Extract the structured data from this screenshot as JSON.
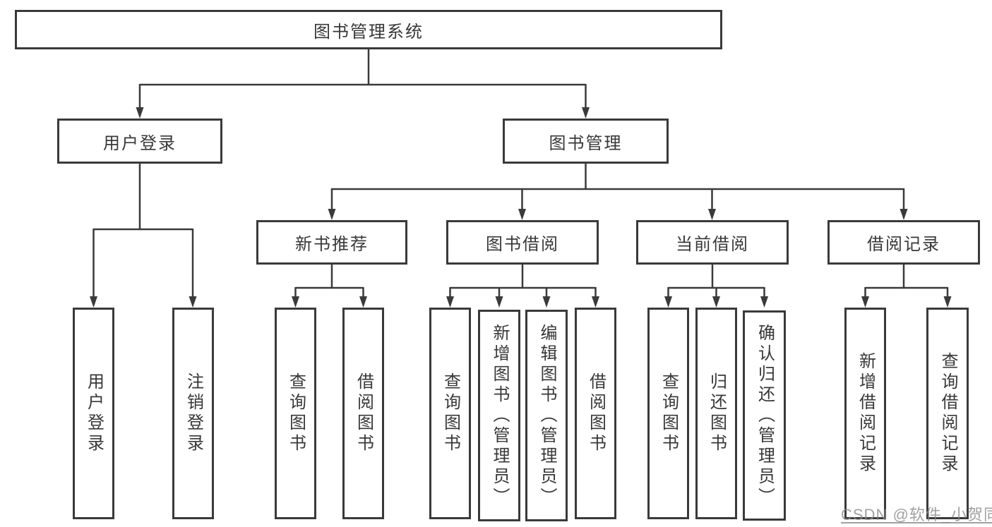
{
  "diagram": {
    "root": {
      "label": "图书管理系统"
    },
    "branches": [
      {
        "label": "用户登录",
        "children": [
          {
            "label": "用户登录"
          },
          {
            "label": "注销登录"
          }
        ]
      },
      {
        "label": "图书管理",
        "children": [
          {
            "label": "新书推荐",
            "children": [
              {
                "label": "查询图书"
              },
              {
                "label": "借阅图书"
              }
            ]
          },
          {
            "label": "图书借阅",
            "children": [
              {
                "label": "查询图书"
              },
              {
                "label": "新增图书（管理员）"
              },
              {
                "label": "编辑图书（管理员）"
              },
              {
                "label": "借阅图书"
              }
            ]
          },
          {
            "label": "当前借阅",
            "children": [
              {
                "label": "查询图书"
              },
              {
                "label": "归还图书"
              },
              {
                "label": "确认归还（管理员）"
              }
            ]
          },
          {
            "label": "借阅记录",
            "children": [
              {
                "label": "新增借阅记录"
              },
              {
                "label": "查询借阅记录"
              }
            ]
          }
        ]
      }
    ]
  },
  "watermark": {
    "text": "CSDN @软件_小贺同学"
  },
  "colors": {
    "line": "#3a3a3a",
    "text": "#383838",
    "box_background": "#ffffff",
    "watermark": "#8a8a8a",
    "background": "#ffffff"
  }
}
